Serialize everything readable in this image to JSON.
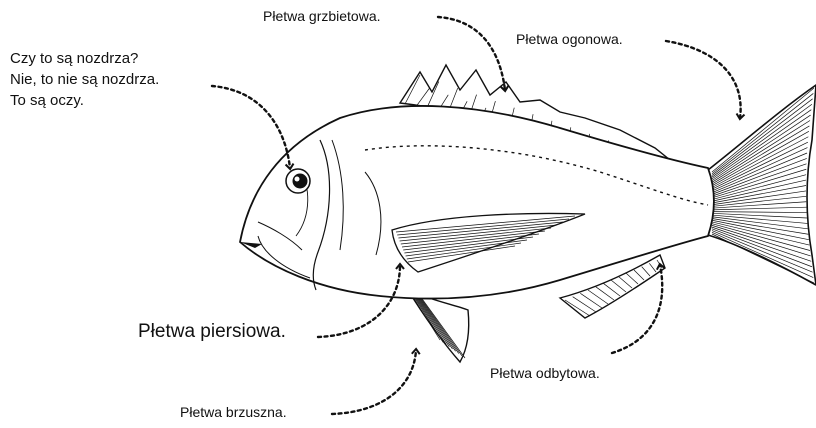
{
  "labels": {
    "dorsal_fin": "Płetwa grzbietowa.",
    "tail_fin": "Płetwa ogonowa.",
    "pectoral_fin": "Płetwa piersiowa.",
    "anal_fin": "Płetwa odbytowa.",
    "pelvic_fin": "Płetwa brzuszna."
  },
  "eye_question": {
    "line1": "Czy to są nozdrza?",
    "line2": "Nie, to nie są nozdrza.",
    "line3": "To są oczy."
  },
  "colors": {
    "ink": "#111111",
    "background": "#ffffff"
  }
}
